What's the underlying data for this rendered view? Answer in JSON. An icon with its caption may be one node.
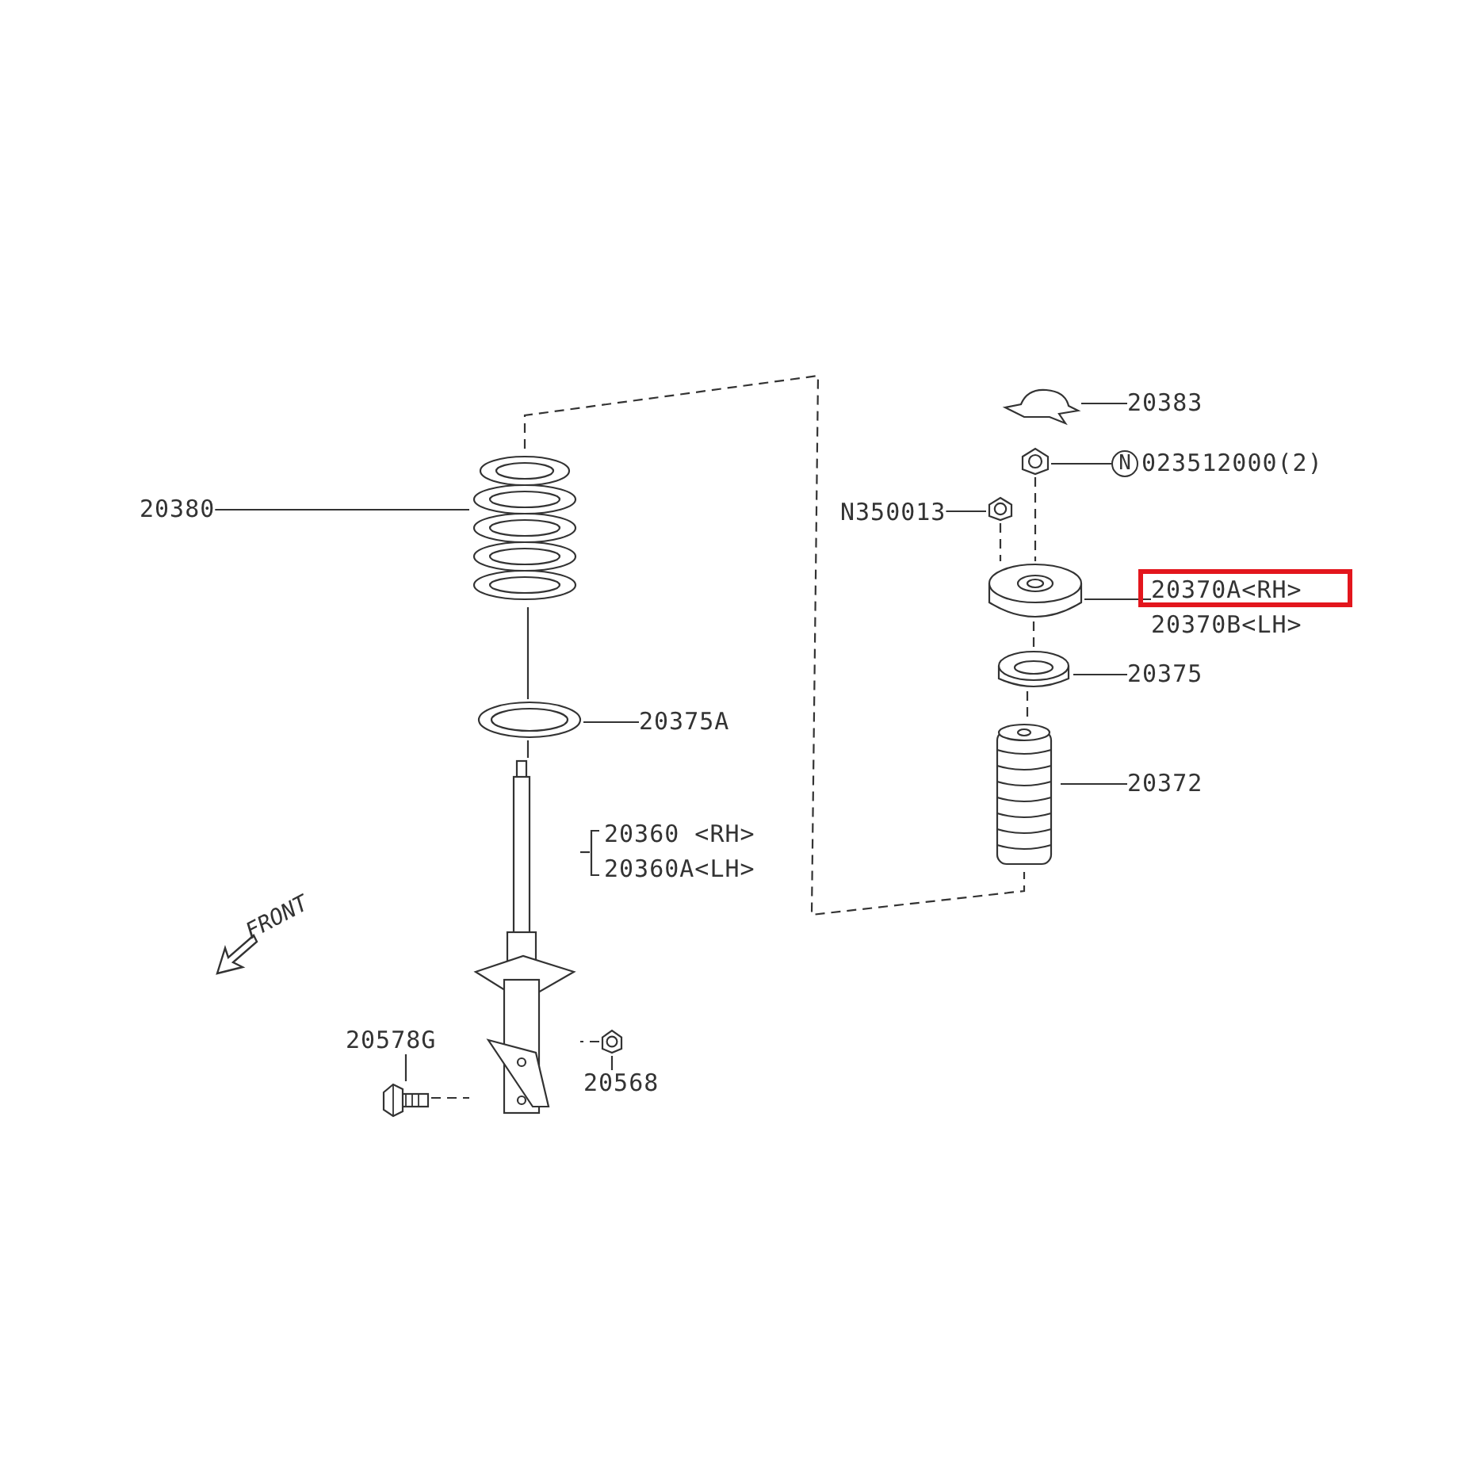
{
  "diagram": {
    "nodes": [
      {
        "text": [
          "20380"
        ]
      },
      {
        "text": [],
        "shape": "picture"
      },
      {
        "text": [
          "20375A"
        ]
      },
      {
        "text": [],
        "shape": "picture"
      },
      {
        "text": [
          "20360 <RH>",
          "20360A<LH>"
        ]
      },
      {
        "text": [],
        "shape": "picture"
      },
      {
        "text": [
          "20578G"
        ]
      },
      {
        "text": [],
        "shape": "picture"
      },
      {
        "text": [
          "20568"
        ]
      },
      {
        "text": [],
        "shape": "picture"
      },
      {
        "text": [
          "20383"
        ]
      },
      {
        "text": [],
        "shape": "picture"
      },
      {
        "text": [
          "N"
        ],
        "beside": [
          "023512000(2)"
        ]
      },
      {
        "text": [],
        "shape": "picture"
      },
      {
        "text": [
          "N350013"
        ]
      },
      {
        "text": [],
        "shape": "picture"
      },
      {
        "text": [
          "20370A<RH>",
          "20370B<LH>"
        ]
      },
      {
        "text": [],
        "shape": "picture"
      },
      {
        "text": [
          "20375"
        ]
      },
      {
        "text": [],
        "shape": "picture"
      },
      {
        "text": [
          "20372"
        ]
      },
      {
        "text": [],
        "shape": "picture"
      }
    ],
    "edges": [
      {
        "from": 0,
        "to": 1,
        "arrow": "none"
      },
      {
        "from": 2,
        "to": 3,
        "arrow": "none"
      },
      {
        "from": 4,
        "to": 5,
        "arrow": "none"
      },
      {
        "from": 6,
        "to": 7,
        "arrow": "none"
      },
      {
        "from": 8,
        "to": 9,
        "arrow": "none"
      },
      {
        "from": 10,
        "to": 11,
        "arrow": "none"
      },
      {
        "from": 12,
        "to": 13,
        "arrow": "none"
      },
      {
        "from": 14,
        "to": 15,
        "arrow": "none"
      },
      {
        "from": 16,
        "to": 17,
        "arrow": "none"
      },
      {
        "from": 18,
        "to": 19,
        "arrow": "none"
      },
      {
        "from": 20,
        "to": 21,
        "arrow": "none"
      },
      {
        "from": 1,
        "to": 3,
        "arrow": "none"
      },
      {
        "from": 3,
        "to": 5,
        "arrow": "none"
      },
      {
        "from": 13,
        "to": 17,
        "arrow": "none",
        "style": "dashed"
      },
      {
        "from": 15,
        "to": 17,
        "arrow": "none",
        "style": "dashed"
      },
      {
        "from": 17,
        "to": 19,
        "arrow": "none",
        "style": "dashed"
      },
      {
        "from": 19,
        "to": 21,
        "arrow": "none",
        "style": "dashed"
      },
      {
        "from": 7,
        "to": 5,
        "arrow": "none",
        "style": "dashed"
      },
      {
        "from": 9,
        "to": 5,
        "arrow": "none",
        "style": "dashed"
      },
      {
        "from": 1,
        "to": 21,
        "arrow": "none",
        "style": "dashed"
      }
    ],
    "labels": [
      "FRONT"
    ]
  }
}
